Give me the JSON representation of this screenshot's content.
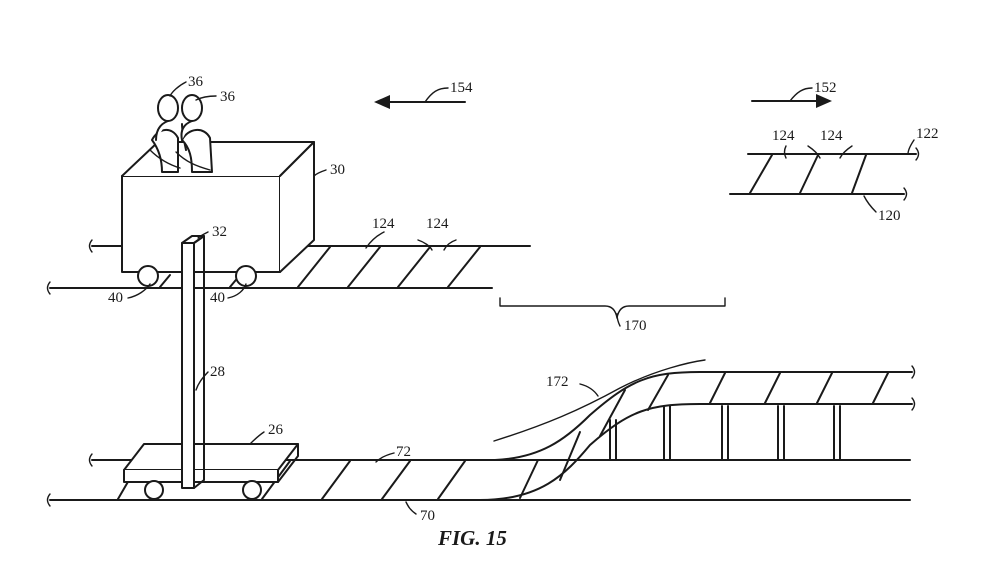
{
  "figure": {
    "caption": "FIG. 15",
    "labels": {
      "rider_a": "36",
      "rider_b": "36",
      "vehicle": "30",
      "post_top": "32",
      "wheel_left": "40",
      "wheel_right": "40",
      "upper_slat_a": "124",
      "upper_slat_b": "124",
      "post": "28",
      "base_cart": "26",
      "lower_track_upper": "72",
      "lower_track_base": "70",
      "gap_region": "170",
      "ramp": "172",
      "arrow_left": "154",
      "arrow_right": "152",
      "inset_slat_a": "124",
      "inset_slat_b": "124",
      "inset_rail_top": "122",
      "inset_rail_bottom": "120"
    }
  }
}
